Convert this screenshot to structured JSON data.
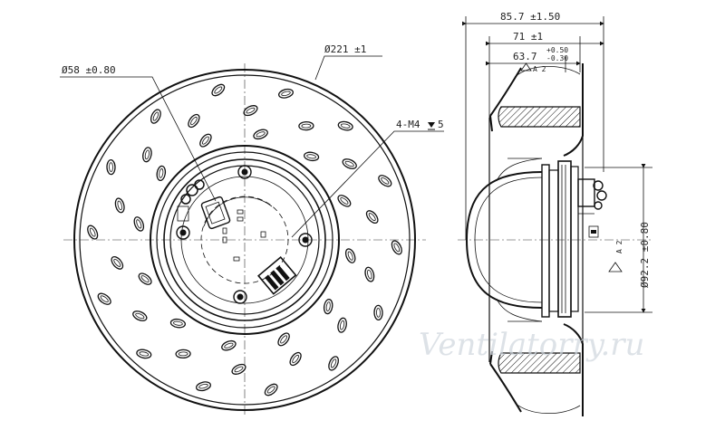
{
  "dimensions": {
    "outer_diameter": "Ø221  ±1",
    "hub_diameter": "Ø58  ±0.80",
    "mount_holes": "4-M4",
    "mount_depth": "5",
    "overall_depth": "85.7  ±1.50",
    "mid_depth": "71  ±1",
    "front_depth": "63.7",
    "tol_upper": "+0.50",
    "tol_lower": "-0.30",
    "flatness_top": "A 2",
    "flatness_side": "A 2",
    "side_diameter": "Ø92.2  ±0.80"
  },
  "watermark": "Ventilatorry.ru",
  "colors": {
    "line": "#111111",
    "watermark": "#cfd6de"
  }
}
